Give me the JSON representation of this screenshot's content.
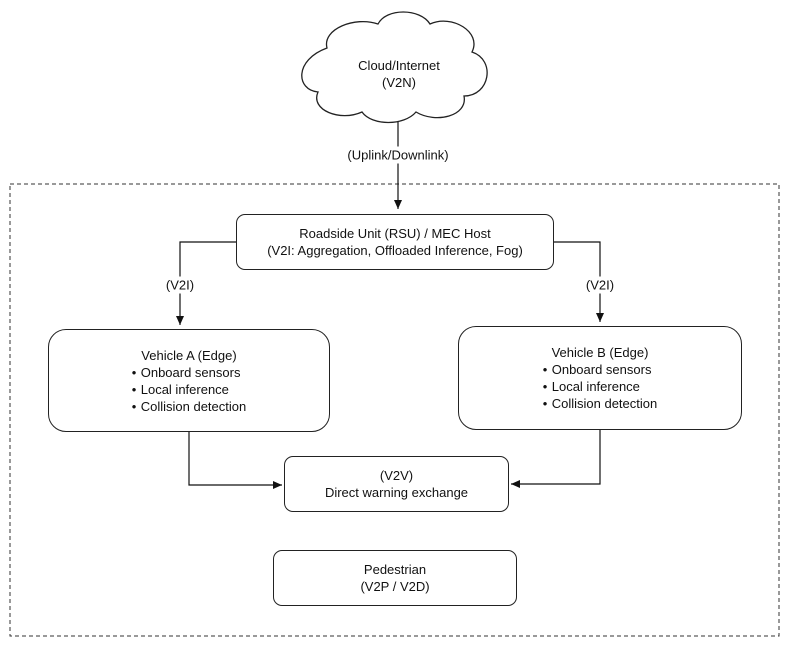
{
  "cloud": {
    "line1": "Cloud/Internet",
    "line2": "(V2N)"
  },
  "uplink_label": "(Uplink/Downlink)",
  "rsu": {
    "line1": "Roadside Unit (RSU) / MEC Host",
    "line2": "(V2I: Aggregation, Offloaded Inference, Fog)"
  },
  "v2i_left_label": "(V2I)",
  "v2i_right_label": "(V2I)",
  "vehicle_a": {
    "title": "Vehicle A (Edge)",
    "items": [
      "Onboard sensors",
      "Local inference",
      "Collision detection"
    ]
  },
  "vehicle_b": {
    "title": "Vehicle B (Edge)",
    "items": [
      "Onboard sensors",
      "Local inference",
      "Collision detection"
    ]
  },
  "v2v": {
    "line1": "(V2V)",
    "line2": "Direct warning exchange"
  },
  "pedestrian": {
    "line1": "Pedestrian",
    "line2": "(V2P / V2D)"
  }
}
